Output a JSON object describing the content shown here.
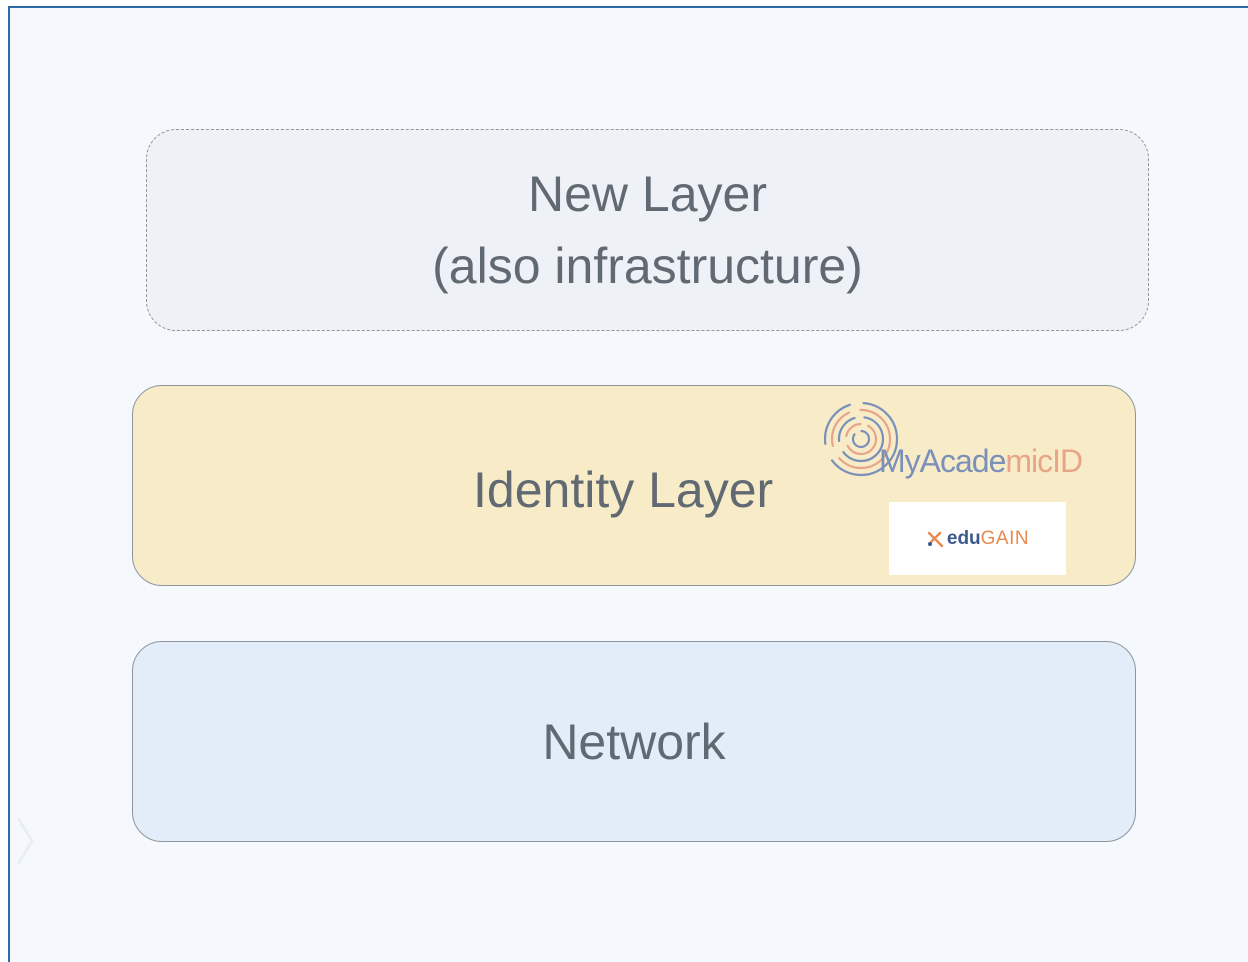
{
  "layers": [
    {
      "id": "new",
      "line1": "New Layer",
      "line2": "(also infrastructure)"
    },
    {
      "id": "identity",
      "label": "Identity Layer",
      "logos": {
        "myacademicid": {
          "part1": "MyAcade",
          "part2": "micID",
          "full": "MyAcademicID"
        },
        "edugain": {
          "part1": "edu",
          "part2": "GAIN",
          "full": "eduGAIN"
        }
      }
    },
    {
      "id": "network",
      "label": "Network"
    }
  ],
  "colors": {
    "frame_border": "#2e6aa8",
    "frame_background": "#f5f9fd",
    "new_layer_fill": "#eef2f6",
    "identity_layer_fill": "#f8ecc8",
    "network_layer_fill": "#e3edf9",
    "text": "#616a72"
  },
  "icons": {
    "nav": "chevron-right-icon",
    "myacademicid": "myacademicid-logo",
    "edugain": "edugain-logo"
  }
}
